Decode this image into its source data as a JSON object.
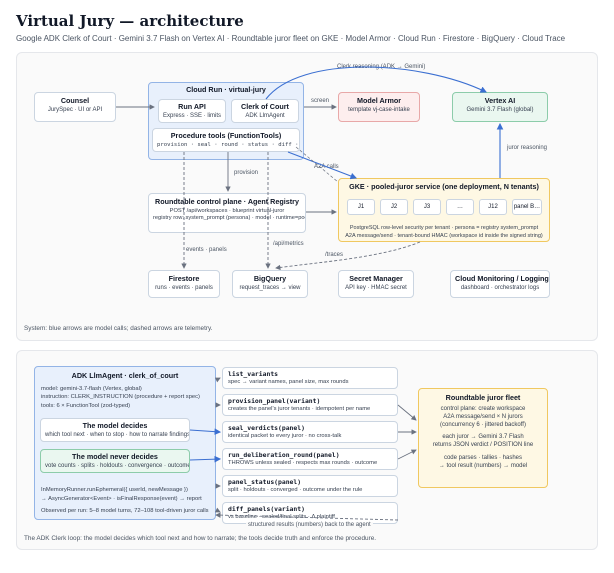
{
  "header": {
    "title": "Virtual Jury — architecture",
    "subtitle": "Google ADK Clerk of Court · Gemini 3.7 Flash on Vertex AI · Roundtable juror fleet on GKE · Model Armor · Cloud Run · Firestore · BigQuery · Cloud Trace"
  },
  "top": {
    "counsel": {
      "title": "Counsel",
      "sub": "JurySpec · UI or API"
    },
    "cloudrun": {
      "title": "Cloud Run · virtual-jury"
    },
    "runapi": {
      "title": "Run API",
      "sub": "Express · SSE · limits"
    },
    "clerk": {
      "title": "Clerk of Court",
      "sub": "ADK LlmAgent"
    },
    "proc": {
      "title": "Procedure tools (FunctionTools)",
      "sub": "provision · seal · round · status · diff · variants"
    },
    "armor": {
      "title": "Model Armor",
      "sub": "template vj-case-intake"
    },
    "vertex": {
      "title": "Vertex AI",
      "sub": "Gemini 3.7 Flash (global)"
    },
    "control": {
      "title": "Roundtable control plane · Agent Registry",
      "sub1": "POST /api/workspaces · blueprint virtual-juror",
      "sub2": "registry row: system_prompt (persona) · model · runtime=pooled"
    },
    "gke": {
      "title": "GKE · pooled-juror service (one deployment, N tenants)",
      "jurors": [
        "J1",
        "J2",
        "J3",
        "…",
        "J12",
        "panel B…"
      ],
      "line1": "PostgreSQL row-level security per tenant · persona = registry system_prompt",
      "line2": "A2A message/send · tenant-bound HMAC (workspace id inside the signed string)"
    },
    "firestore": {
      "title": "Firestore",
      "sub": "runs · events · panels"
    },
    "bigquery": {
      "title": "BigQuery",
      "sub": "request_traces → view"
    },
    "secret": {
      "title": "Secret Manager",
      "sub": "API key · HMAC secret"
    },
    "monitoring": {
      "title": "Cloud Monitoring / Logging",
      "sub": "dashboard · orchestrator logs"
    },
    "edges": {
      "clerk_reasoning": "Clerk reasoning (ADK → Gemini)",
      "screen": "screen",
      "a2a": "A2A calls",
      "juror_reasoning": "juror reasoning",
      "provision": "provision",
      "events_panels": "events · panels",
      "api_metrics": "/api/metrics",
      "traces": "/traces"
    },
    "caption": "System: blue arrows are model calls; dashed arrows are telemetry."
  },
  "bottom": {
    "adk": {
      "title": "ADK LlmAgent · clerk_of_court",
      "lines": [
        "model: gemini-3.7-flash (Vertex, global)",
        "instruction: CLERK_INSTRUCTION (procedure + report spec)",
        "tools: 6 × FunctionTool (zod-typed)"
      ]
    },
    "decides": {
      "title": "The model decides",
      "sub": "which tool next · when to stop · how to narrate findings"
    },
    "never": {
      "title": "The model never decides",
      "sub": "vote counts · splits · holdouts · convergence · outcomes"
    },
    "runner": [
      "InMemoryRunner.runEphemeral({ userId, newMessage })",
      "→ AsyncGenerator<Event> · isFinalResponse(event) → report"
    ],
    "observed": "Observed per run: 5–8 model turns, 72–108 tool-driven juror calls",
    "tools": [
      {
        "name": "list_variants",
        "desc": "spec → variant names, panel size, max rounds"
      },
      {
        "name": "provision_panel(variant)",
        "desc": "creates the panel's juror tenants · idempotent per name"
      },
      {
        "name": "seal_verdicts(panel)",
        "desc": "identical packet to every juror · no cross-talk"
      },
      {
        "name": "run_deliberation_round(panel)",
        "desc": "THROWS unless sealed · respects max rounds · outcome"
      },
      {
        "name": "panel_status(panel)",
        "desc": "split · holdouts · converged · outcome under the rule"
      },
      {
        "name": "diff_panels(variant)",
        "desc": "vs baseline · sealed/final splits · Δ plaintiff"
      }
    ],
    "structured": "structured results (numbers) back to the agent",
    "fleet": {
      "title": "Roundtable juror fleet",
      "lines": [
        "control plane: create workspace",
        "A2A message/send × N jurors",
        "(concurrency 6 · jittered backoff)",
        "",
        "each juror → Gemini 3.7 Flash",
        "returns JSON verdict / POSITION line",
        "",
        "code parses · tallies · hashes",
        "→ tool result (numbers) → model"
      ]
    },
    "caption": "The ADK Clerk loop: the model decides which tool next and how to narrate; the tools decide truth and enforce the procedure."
  },
  "colors": {
    "blue": "#3b6fd1",
    "gray": "#6b7280",
    "pink": "#e8a8a8",
    "green": "#8cccaa",
    "yellow": "#f0c860"
  }
}
